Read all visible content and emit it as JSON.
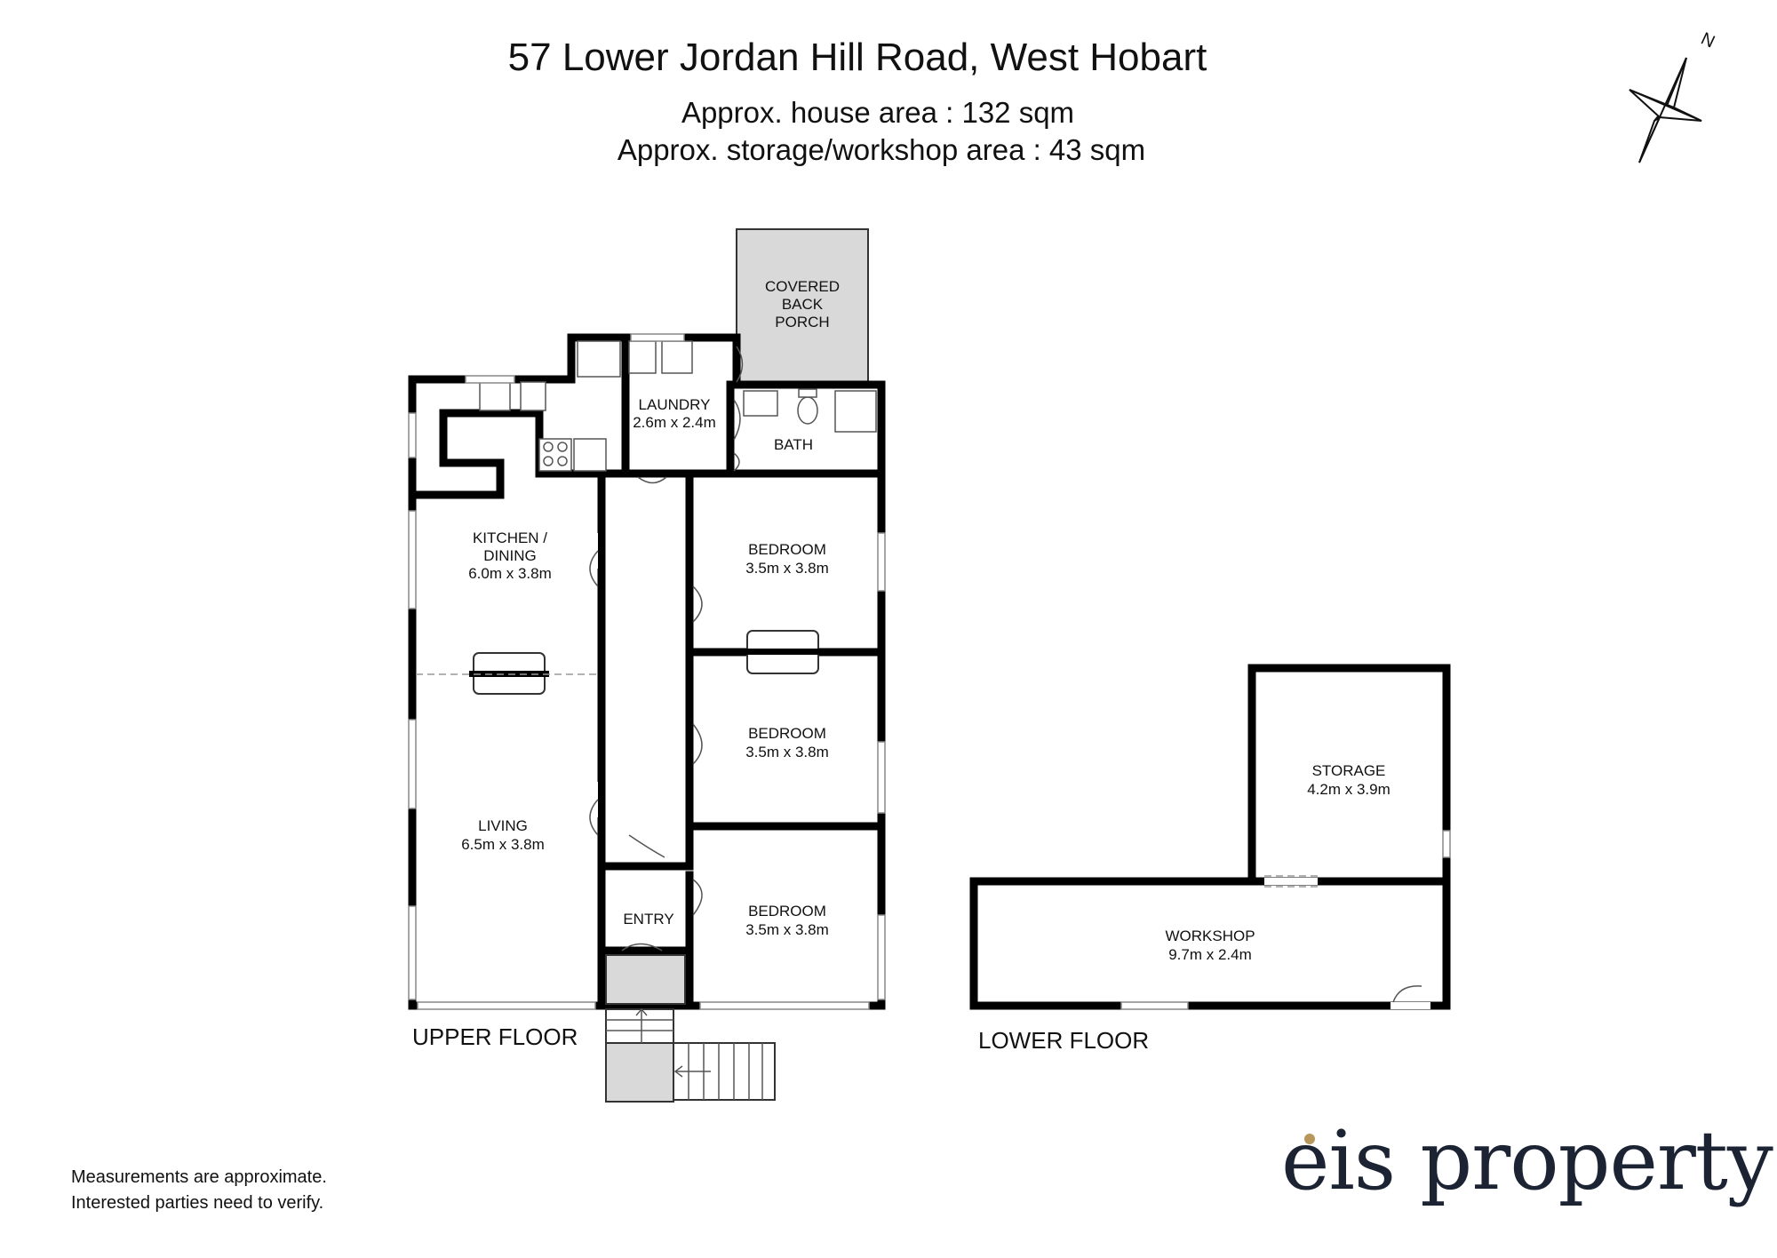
{
  "header": {
    "title": "57 Lower Jordan Hill Road, West Hobart",
    "house_area": "Approx. house area : 132 sqm",
    "storage_area": "Approx. storage/workshop area : 43 sqm"
  },
  "compass": {
    "letter": "N"
  },
  "upper_floor": {
    "label": "UPPER FLOOR",
    "rooms": {
      "covered_porch": {
        "l1": "COVERED",
        "l2": "BACK",
        "l3": "PORCH"
      },
      "laundry": {
        "name": "LAUNDRY",
        "size": "2.6m x 2.4m"
      },
      "bath": {
        "name": "BATH"
      },
      "kitchen": {
        "l1": "KITCHEN /",
        "l2": "DINING",
        "size": "6.0m x 3.8m"
      },
      "bedroom1": {
        "name": "BEDROOM",
        "size": "3.5m x 3.8m"
      },
      "bedroom2": {
        "name": "BEDROOM",
        "size": "3.5m x 3.8m"
      },
      "bedroom3": {
        "name": "BEDROOM",
        "size": "3.5m x 3.8m"
      },
      "living": {
        "name": "LIVING",
        "size": "6.5m x 3.8m"
      },
      "entry": {
        "name": "ENTRY"
      }
    }
  },
  "lower_floor": {
    "label": "LOWER FLOOR",
    "rooms": {
      "storage": {
        "name": "STORAGE",
        "size": "4.2m x 3.9m"
      },
      "workshop": {
        "name": "WORKSHOP",
        "size": "9.7m x 2.4m"
      }
    }
  },
  "disclaimer": {
    "line1": "Measurements are approximate.",
    "line2": "Interested parties need to verify."
  },
  "logo": {
    "text": "eis property"
  },
  "colors": {
    "wall": "#000000",
    "porch_fill": "#d9d9d9",
    "logo": "#1c2333",
    "logo_accent": "#b8975a"
  }
}
